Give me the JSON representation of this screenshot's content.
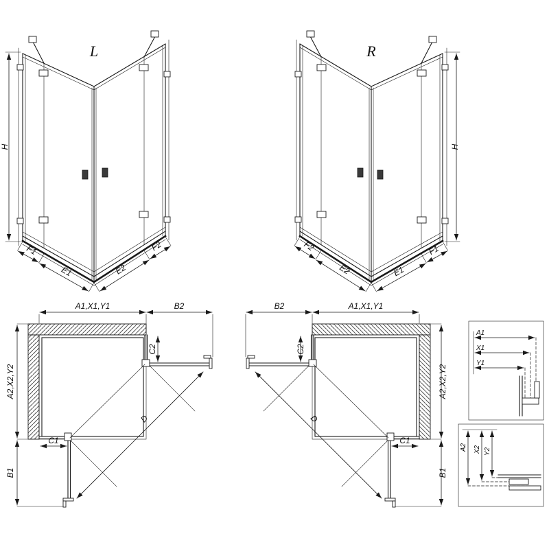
{
  "labels": {
    "persp_left": {
      "view": "L",
      "h": "H",
      "f1": "F1",
      "e1": "E1",
      "e2": "E2",
      "f2": "F2"
    },
    "persp_right": {
      "view": "R",
      "h": "H",
      "f1": "F1",
      "e1": "E1",
      "e2": "E2",
      "f2": "F2"
    },
    "plan_left": {
      "a1x1y1": "A1,X1,Y1",
      "b2": "B2",
      "c2": "C2",
      "a2x2y2": "A2,X2,Y2",
      "c1": "C1",
      "b1": "B1",
      "d": "D"
    },
    "plan_right": {
      "a1x1y1": "A1,X1,Y1",
      "b2": "B2",
      "c2": "C2",
      "a2x2y2": "A2,X2,Y2",
      "c1": "C1",
      "b1": "B1",
      "d": "D"
    },
    "detail_horizontal": {
      "a1": "A1",
      "x1": "X1",
      "y1": "Y1"
    },
    "detail_vertical": {
      "a2": "A2",
      "x2": "X2",
      "y2": "Y2"
    }
  },
  "colors": {
    "line": "#1a1a1a",
    "background": "#ffffff",
    "hatch": "#555555"
  }
}
